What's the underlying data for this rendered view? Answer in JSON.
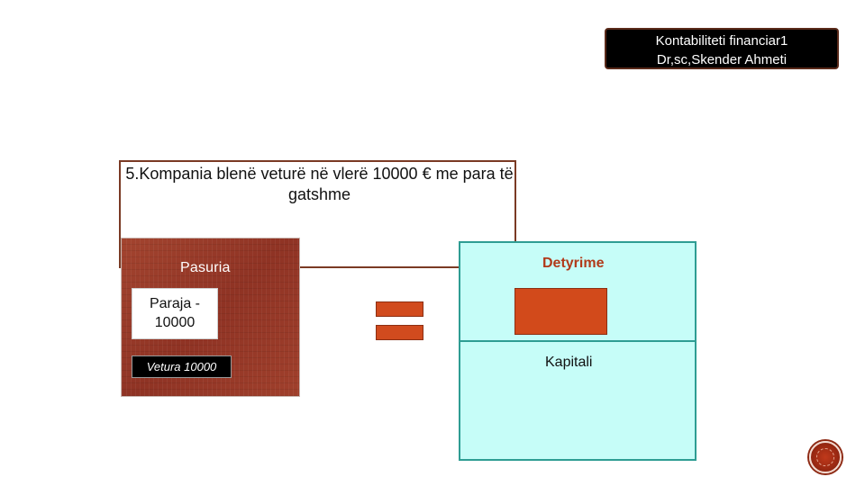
{
  "header": {
    "line1": "Kontabiliteti financiar1",
    "line2": "Dr,sc,Skender Ahmeti"
  },
  "question": {
    "text": "5.Kompania blenë veturë në vlerë 10000 € me para të gatshme"
  },
  "assets": {
    "title": "Pasuria",
    "cash_line1": "Paraja -",
    "cash_line2": "10000",
    "car": "Vetura 10000"
  },
  "liabilities": {
    "title": "Detyrime"
  },
  "equity": {
    "title": "Kapitali"
  },
  "colors": {
    "assets_panel": "#9b3a2a",
    "accent_orange": "#d14b1e",
    "panel_cyan": "#c6fdf8",
    "panel_border_teal": "#2e9d93"
  }
}
